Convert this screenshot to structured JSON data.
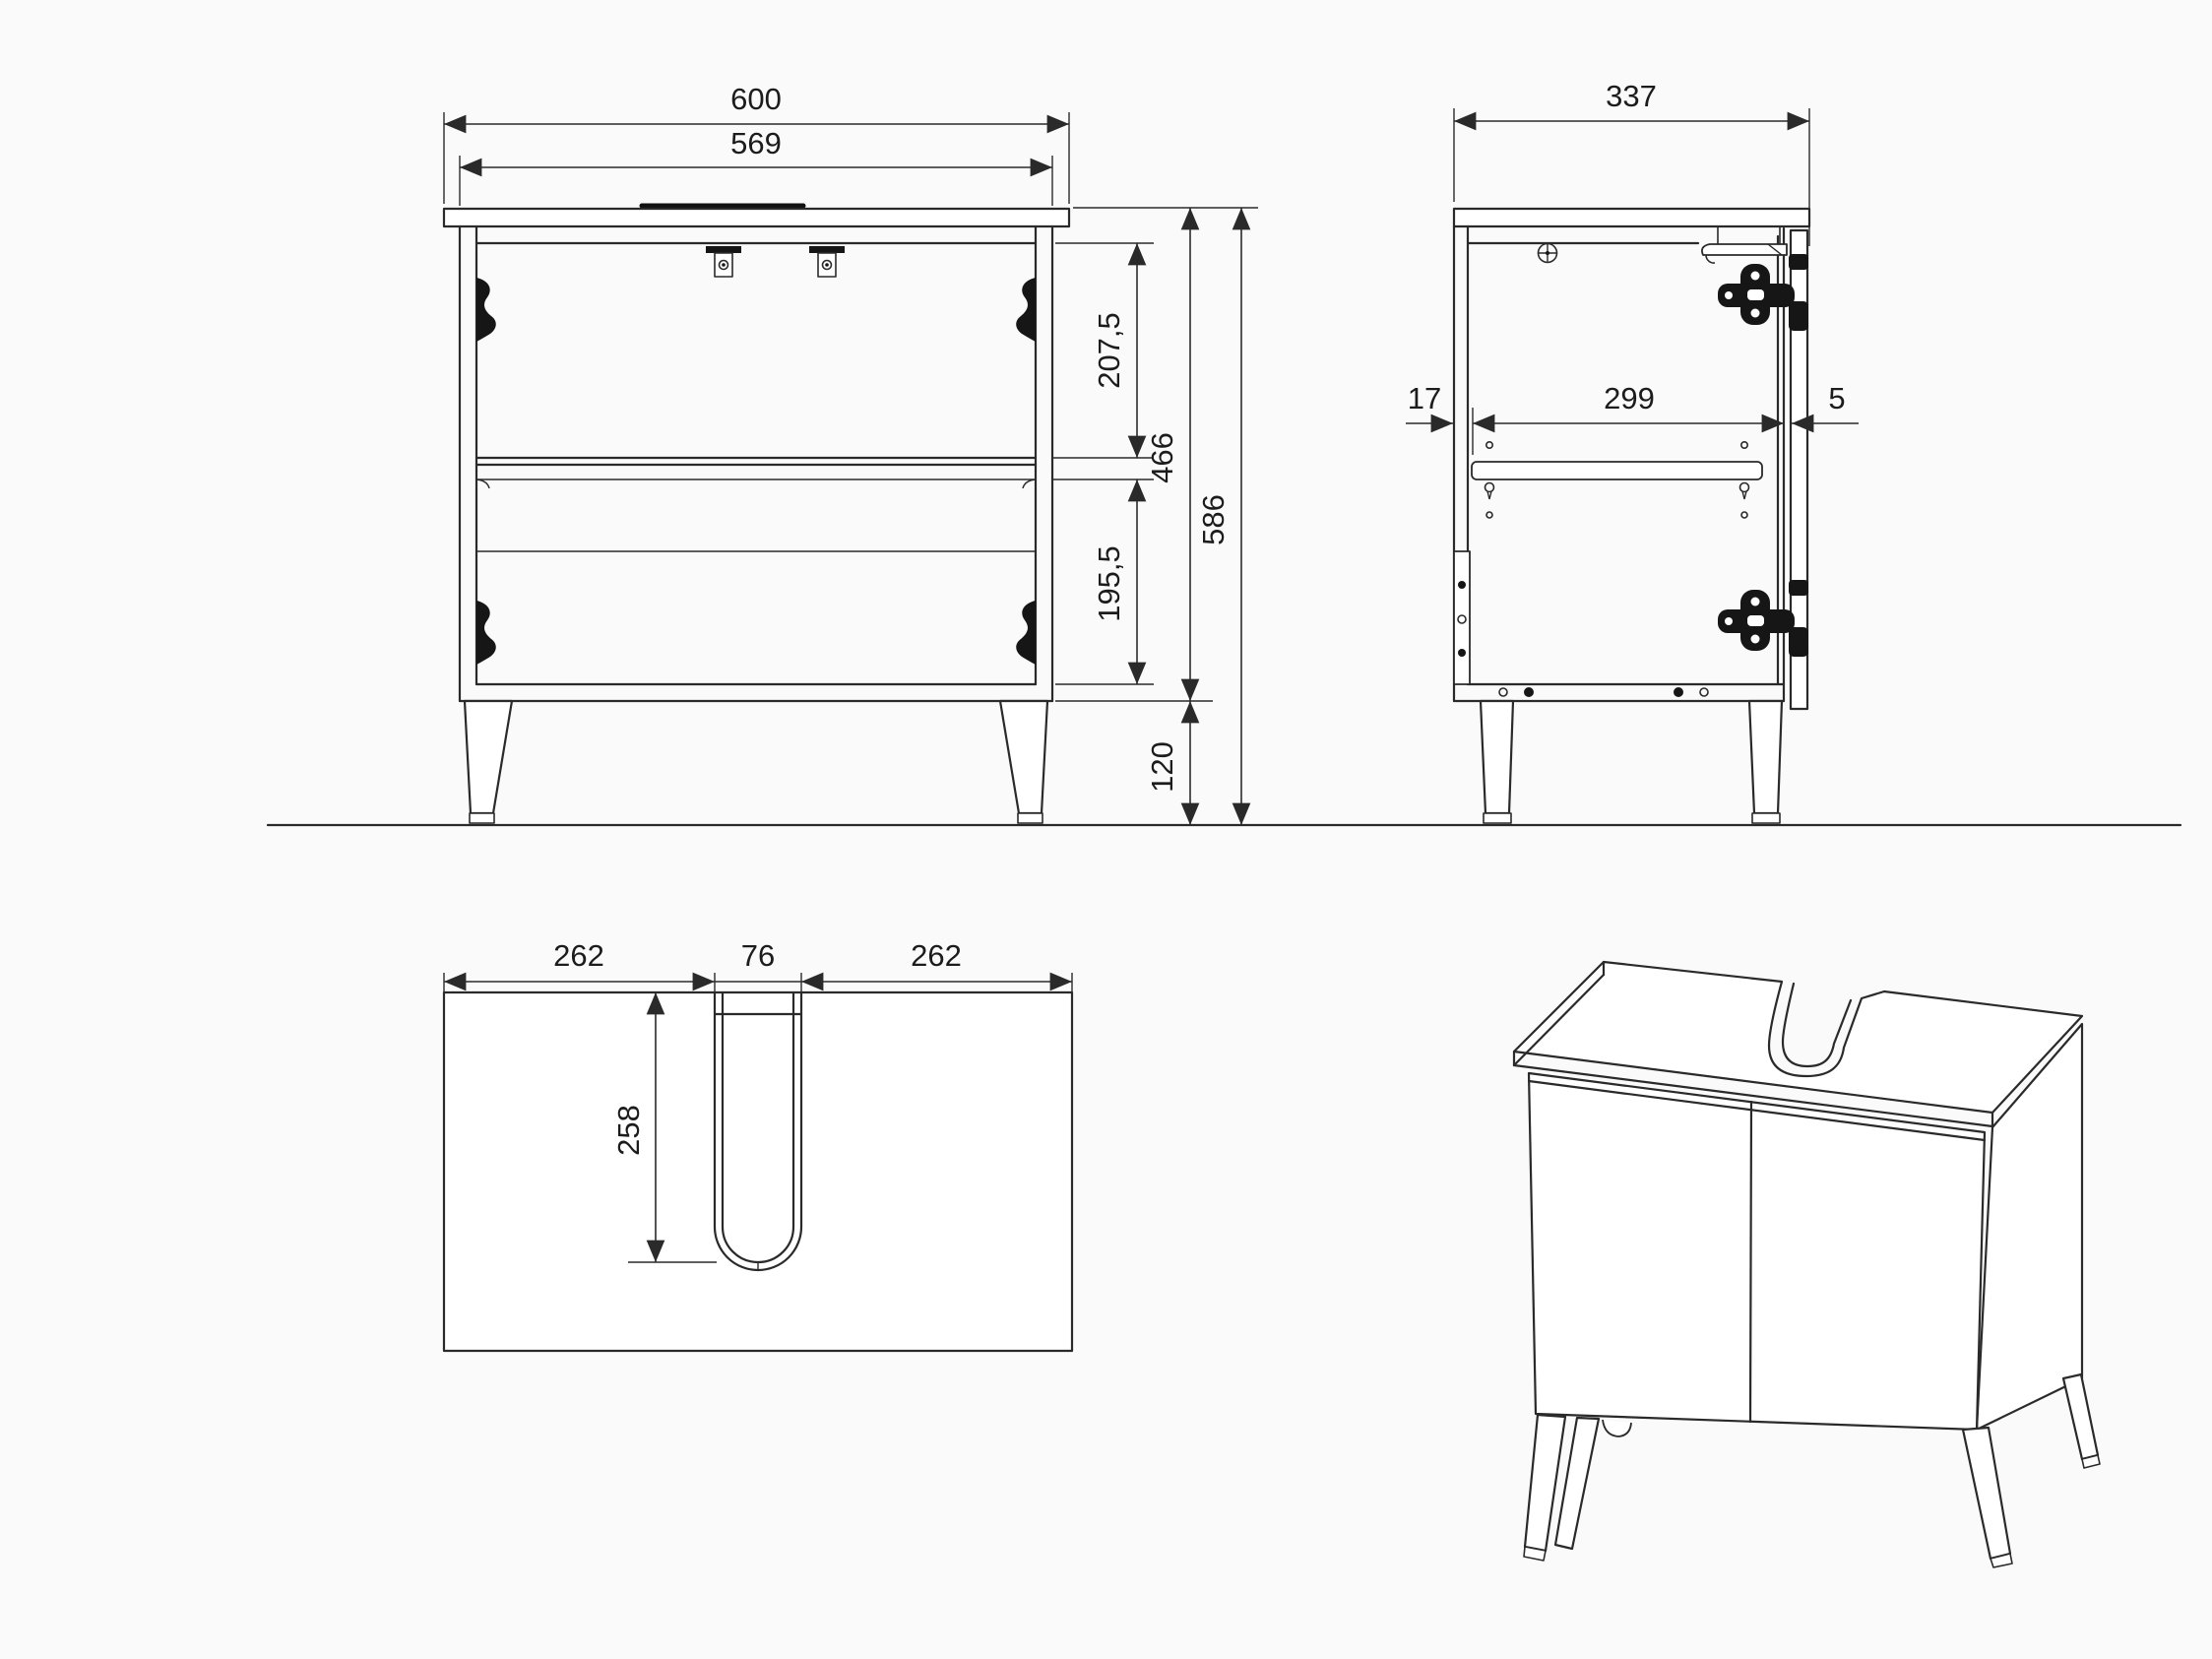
{
  "colors": {
    "background": "#fafafa",
    "line": "#2a2a2a",
    "text": "#1c1c1c"
  },
  "views": {
    "front": {
      "label": "front-elevation",
      "dims": {
        "outer_width": "600",
        "inner_width": "569",
        "upper_section": "207,5",
        "lower_section": "195,5",
        "carcass_height": "466",
        "total_height": "586",
        "leg_height": "120"
      }
    },
    "side": {
      "label": "side-section",
      "dims": {
        "depth": "337",
        "back_offset": "17",
        "shelf_depth": "299",
        "front_gap": "5"
      }
    },
    "top": {
      "label": "top-plan",
      "dims": {
        "left_segment": "262",
        "cutout_width": "76",
        "right_segment": "262",
        "cutout_depth": "258"
      }
    },
    "iso": {
      "label": "isometric-view"
    }
  }
}
